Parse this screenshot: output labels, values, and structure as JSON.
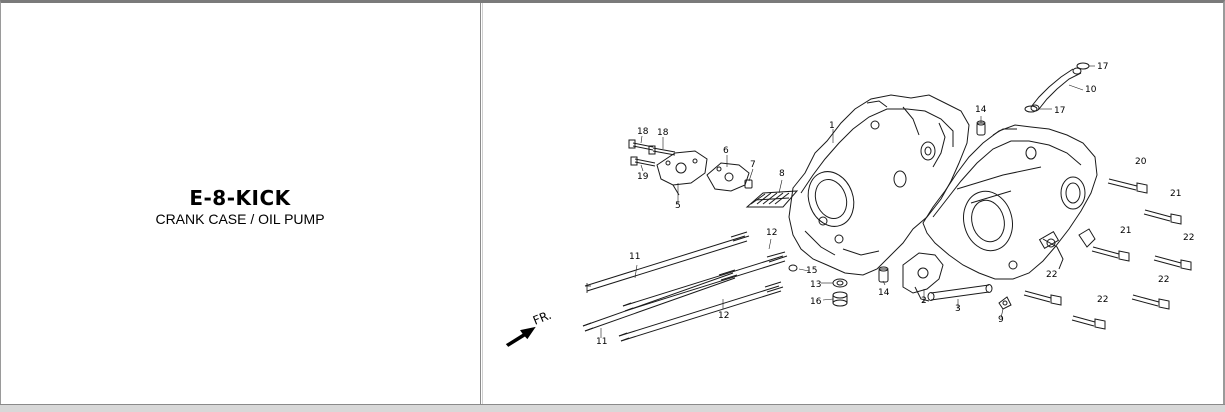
{
  "header": {
    "model_code": "E-8-KICK",
    "section_title": "CRANK CASE / OIL PUMP"
  },
  "diagram": {
    "direction_label": "FR.",
    "callouts": {
      "c1": "1",
      "c2": "2",
      "c3": "3",
      "c5": "5",
      "c6": "6",
      "c7": "7",
      "c8": "8",
      "c9": "9",
      "c10": "10",
      "c11a": "11",
      "c11b": "11",
      "c12a": "12",
      "c12b": "12",
      "c13": "13",
      "c14a": "14",
      "c14b": "14",
      "c15": "15",
      "c16": "16",
      "c17a": "17",
      "c17b": "17",
      "c18a": "18",
      "c18b": "18",
      "c19": "19",
      "c20": "20",
      "c21a": "21",
      "c21b": "21",
      "c22a": "22",
      "c22b": "22",
      "c22c": "22",
      "c22d": "22"
    }
  }
}
